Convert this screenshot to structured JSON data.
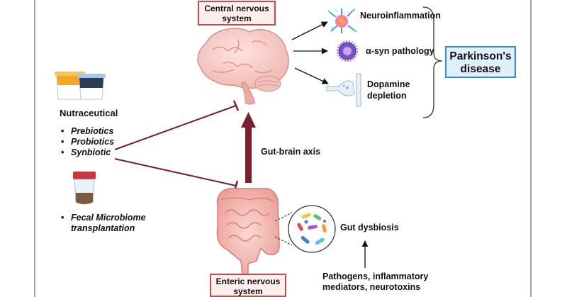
{
  "cns_box": "Central nervous\nsystem",
  "ens_box": "Enteric nervous\nsystem",
  "outcomes": {
    "neuroinflammation": "Neuroinflammation",
    "asyn": "α-syn pathology",
    "dopamine": "Dopamine\ndepletion"
  },
  "disease": "Parkinson's\ndisease",
  "axis_label": "Gut-brain axis",
  "nutraceutical": {
    "title": "Nutraceutical",
    "items": [
      "Prebiotics",
      "Probiotics",
      "Synbiotic"
    ]
  },
  "fmt": "Fecal Microbiome\ntransplantation",
  "dysbiosis": "Gut dysbiosis",
  "causes": "Pathogens, inflammatory\nmediators, neurotoxins",
  "colors": {
    "axis_arrow": "#7a1f33",
    "box_border": "#c74b4b",
    "box_fill": "#fdeeee",
    "pd_border": "#2f8fcc",
    "pd_fill": "#dff0fb"
  },
  "icons": [
    "brain-icon",
    "gut-icon",
    "microbe-icon",
    "neuron-icon",
    "protein-aggregate-icon",
    "synapse-icon",
    "yogurt-cups-icon",
    "sample-jar-icon"
  ]
}
